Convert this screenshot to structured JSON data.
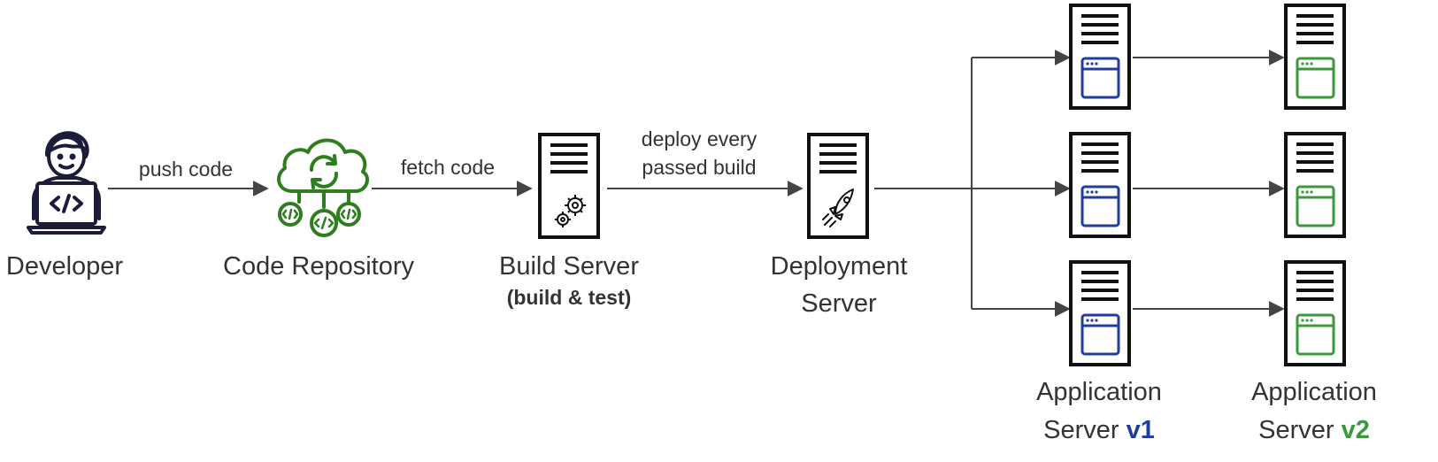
{
  "colors": {
    "line": "#444444",
    "server_outline": "#111111",
    "developer": "#1c1c3a",
    "repo_green": "#2e7d1f",
    "v1_blue": "#1f3c9e",
    "v2_green": "#3a9a3a"
  },
  "top_cut_text": "",
  "nodes": {
    "developer": {
      "label": "Developer",
      "icon": "developer-laptop-icon"
    },
    "repository": {
      "label": "Code Repository",
      "icon": "cloud-code-repository-icon"
    },
    "build_server": {
      "label": "Build Server",
      "sublabel": "(build & test)",
      "icon": "server-gear-icon"
    },
    "deployment_server": {
      "label_line1": "Deployment",
      "label_line2": "Server",
      "icon": "server-rocket-icon"
    },
    "app_v1": {
      "label_line1": "Application",
      "label_line2_prefix": "Server ",
      "version": "v1",
      "icon": "server-window-icon"
    },
    "app_v2": {
      "label_line1": "Application",
      "label_line2_prefix": "Server ",
      "version": "v2",
      "icon": "server-window-icon"
    }
  },
  "edges": {
    "push": "push code",
    "fetch": "fetch code",
    "deploy_line1": "deploy every",
    "deploy_line2": "passed build"
  }
}
